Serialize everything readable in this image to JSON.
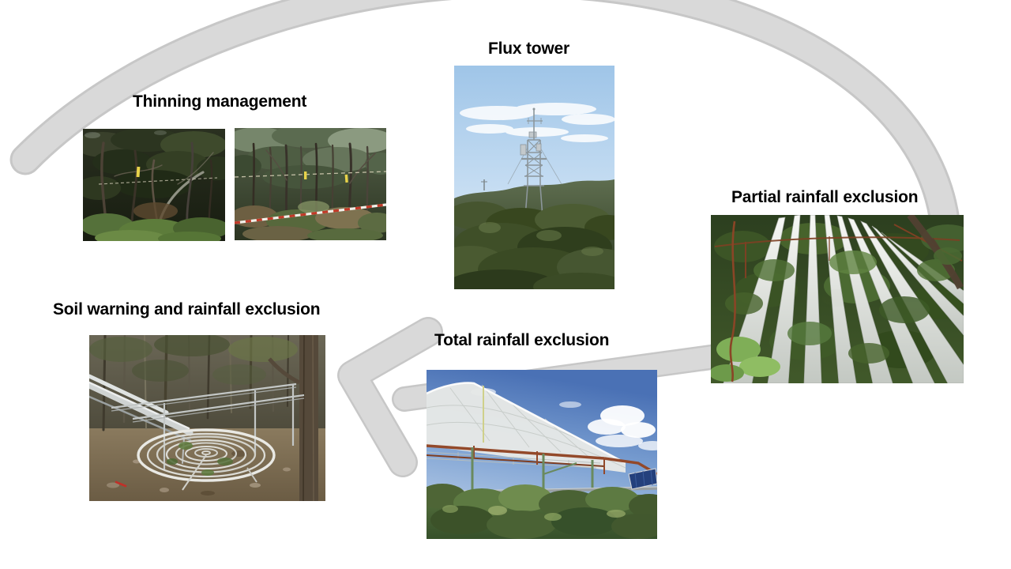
{
  "slide": {
    "background_color": "#ffffff",
    "type": "experimental-site-overview-diagram"
  },
  "colors": {
    "arrow_fill": "#d9d9d9",
    "arrow_edge": "#c7c7c7",
    "label_text": "#000000"
  },
  "arrows": {
    "cycle_arc": {
      "description": "large gray arc sweeping from lower left over the top of the slide down to the right side"
    },
    "left_arrow": {
      "description": "thick gray arrow pointing left, from the partial rainfall exclusion photo toward the soil plot photo"
    }
  },
  "figures": {
    "flux_tower": {
      "label": "Flux tower",
      "photo_description": "metal eddy-flux lattice tower with antenna rising above evergreen oak forest under a pale blue sky"
    },
    "thinning": {
      "label": "Thinning management",
      "photo_left_description": "dense dark holm-oak coppice interior with twisted trunks, green understory and a yellow stem tag",
      "photo_right_description": "thinned oak stand with slender trunks and a red-and-white boundary tape across the ground"
    },
    "partial_rainfall": {
      "label": "Partial rainfall exclusion",
      "photo_description": "downward view of parallel white rain-exclusion gutters fanning through green oak canopy with a rusty support frame"
    },
    "soil_warming": {
      "label": "Soil warning and rainfall exclusion",
      "photo_description": "forest-floor plot with a spiral metal heating coil, aluminium gutters and a grey support frame among trees"
    },
    "total_rainfall": {
      "label": "Total rainfall exclusion",
      "photo_description": "white domed total rain-exclusion shelter with rusty beams and green posts above dense shrubland, blue sky with clouds"
    }
  }
}
